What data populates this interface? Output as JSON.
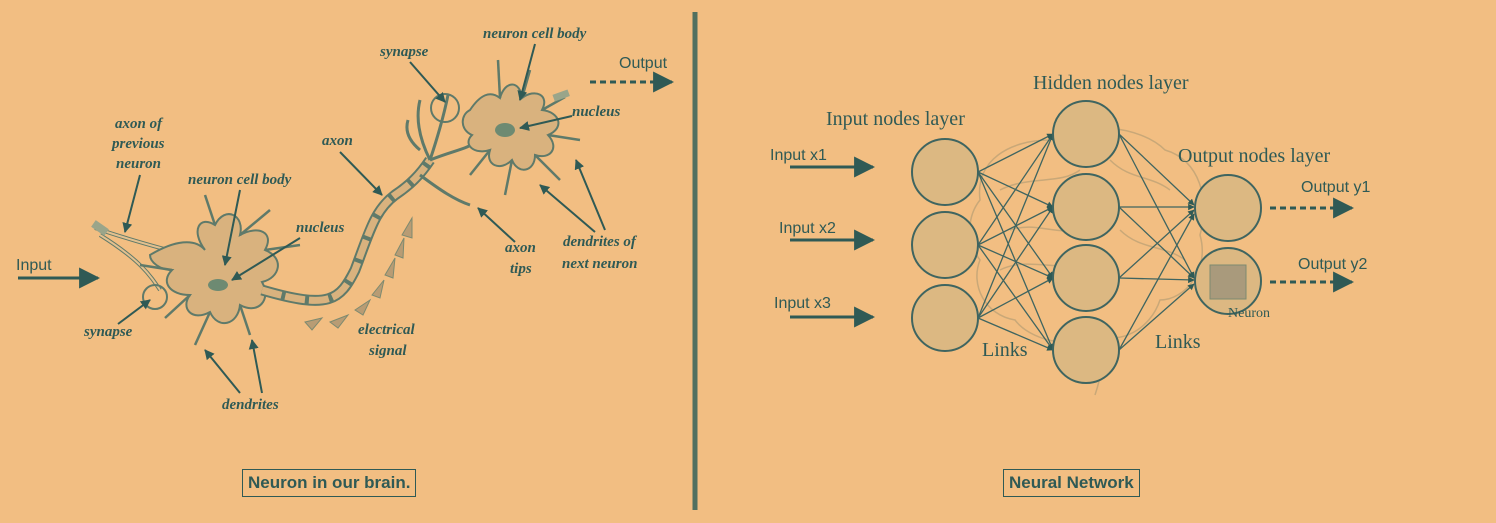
{
  "colors": {
    "background": "#f2be82",
    "ink": "#2f5a55",
    "node_fill": "#dcb882",
    "neuron_body": "#d9b27e"
  },
  "left": {
    "caption": "Neuron in our brain.",
    "input_label": "Input",
    "output_label": "Output",
    "labels": {
      "axon_prev_1": "axon of",
      "axon_prev_2": "previous",
      "axon_prev_3": "neuron",
      "cell_body_1": "neuron cell body",
      "nucleus_1": "nucleus",
      "synapse_1": "synapse",
      "dendrites": "dendrites",
      "electrical_1": "electrical",
      "electrical_2": "signal",
      "axon": "axon",
      "synapse_2": "synapse",
      "cell_body_2": "neuron cell body",
      "nucleus_2": "nucleus",
      "axon_tips_1": "axon",
      "axon_tips_2": "tips",
      "dendrites_next_1": "dendrites of",
      "dendrites_next_2": "next neuron"
    }
  },
  "right": {
    "caption": "Neural Network",
    "input_layer_label": "Input nodes layer",
    "hidden_layer_label": "Hidden nodes layer",
    "output_layer_label": "Output nodes layer",
    "inputs": [
      "Input x1",
      "Input x2",
      "Input x3"
    ],
    "outputs": [
      "Output y1",
      "Output y2"
    ],
    "links_label_1": "Links",
    "links_label_2": "Links",
    "neuron_label": "Neuron"
  }
}
